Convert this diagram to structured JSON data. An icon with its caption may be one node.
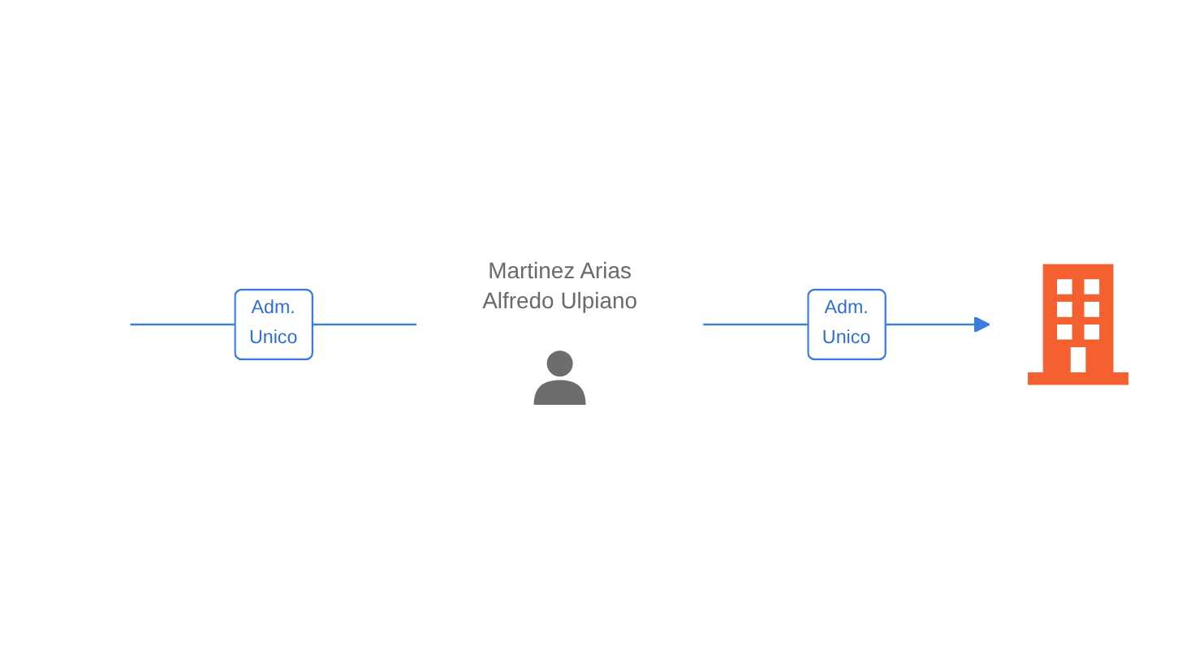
{
  "diagram": {
    "nodes": [
      {
        "text": [
          "Martinez Arias Alfredo Ulpiano"
        ]
      },
      {
        "text": [],
        "shape": "building"
      }
    ],
    "edges": [
      {
        "from": null,
        "to": 0,
        "arrow": "none",
        "label": "Adm. Unico"
      },
      {
        "from": 0,
        "to": 1,
        "arrow": "to",
        "label": "Adm. Unico"
      }
    ]
  }
}
